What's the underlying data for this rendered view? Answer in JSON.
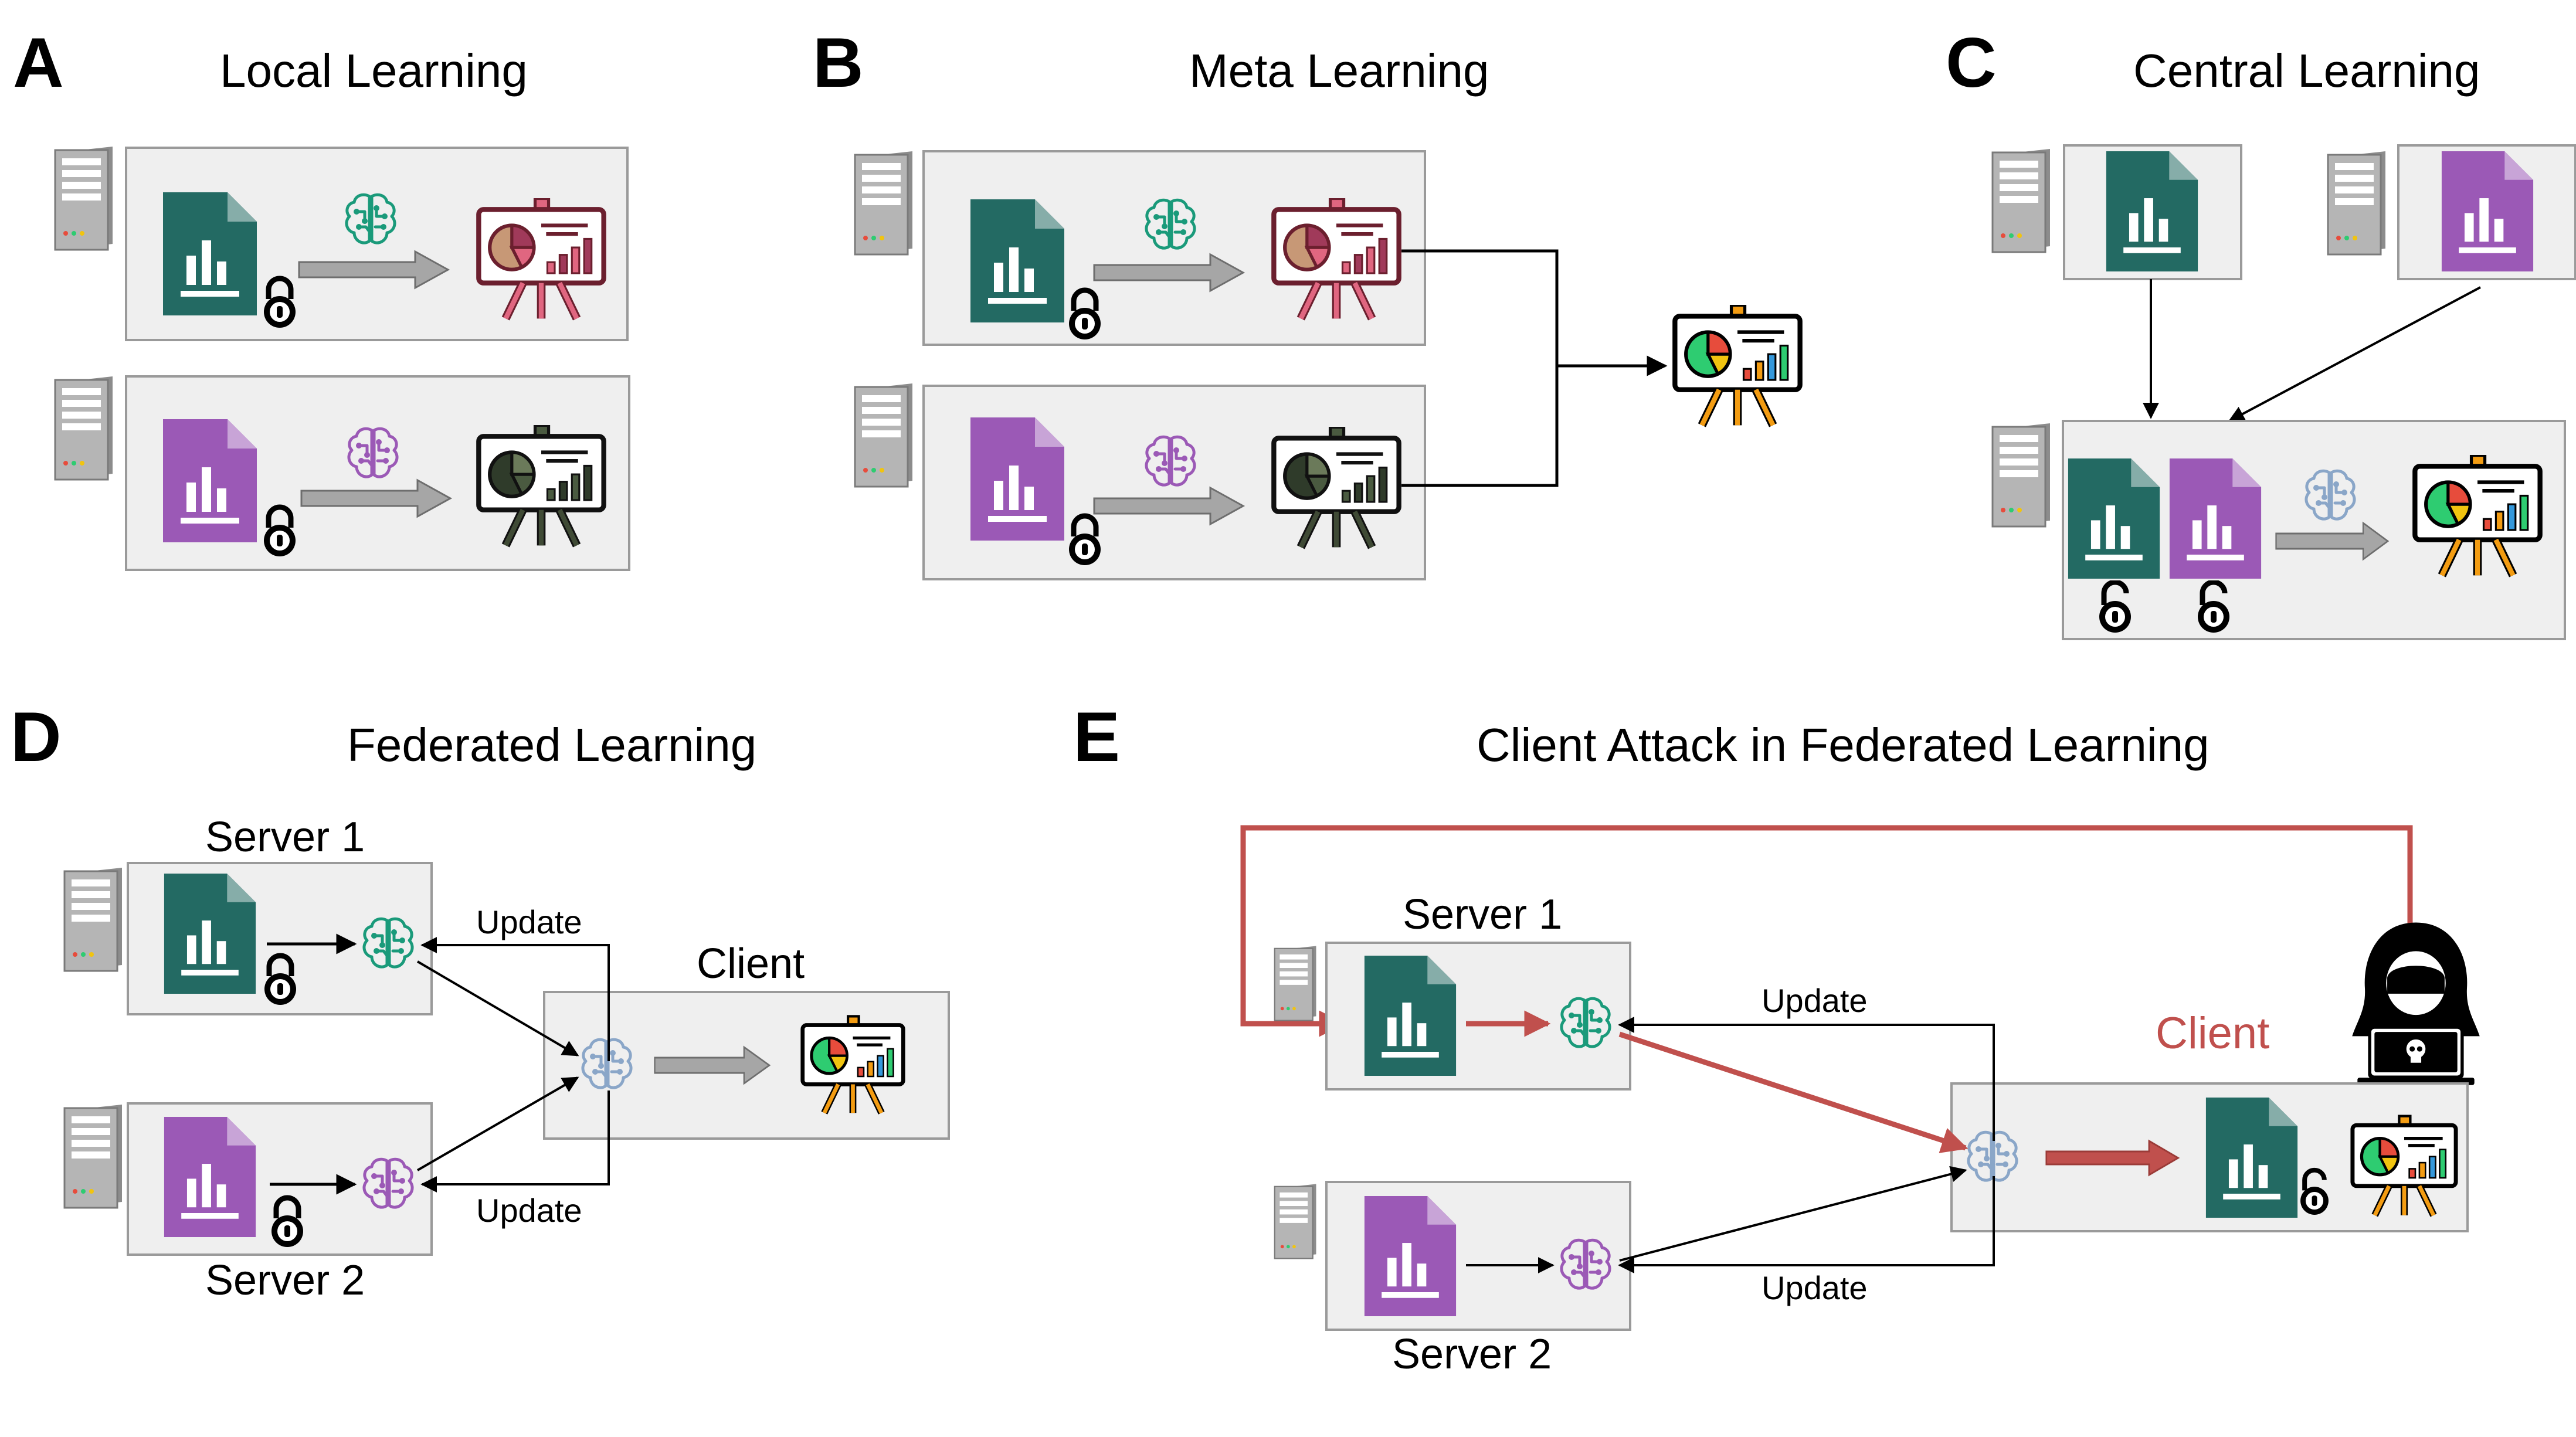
{
  "panels": {
    "a": {
      "letter": "A",
      "title": "Local Learning"
    },
    "b": {
      "letter": "B",
      "title": "Meta Learning"
    },
    "c": {
      "letter": "C",
      "title": "Central Learning"
    },
    "d": {
      "letter": "D",
      "title": "Federated Learning"
    },
    "e": {
      "letter": "E",
      "title": "Client Attack in Federated Learning"
    }
  },
  "labels": {
    "server1": "Server 1",
    "server2": "Server 2",
    "client": "Client",
    "update": "Update"
  },
  "colors": {
    "teal": "#236a63",
    "purple": "#9b59b6",
    "attack_red": "#c0504d",
    "box_fill": "#efefef",
    "arrow_gray": "#a6a6a6"
  },
  "icons": [
    "server-icon",
    "document-chart-icon",
    "lock-icon",
    "unlock-icon",
    "brain-icon",
    "presentation-board-icon",
    "hacker-icon"
  ]
}
